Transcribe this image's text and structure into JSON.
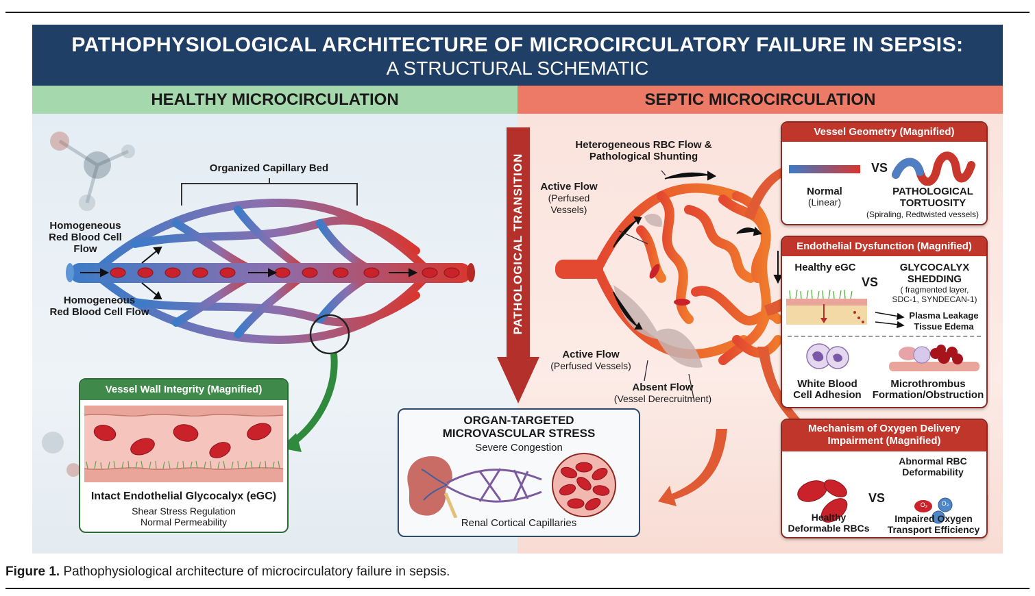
{
  "title": {
    "line1": "PATHOPHYSIOLOGICAL ARCHITECTURE OF MICROCIRCULATORY FAILURE IN SEPSIS:",
    "line2": "A STRUCTURAL SCHEMATIC"
  },
  "healthy": {
    "header": "HEALTHY MICROCIRCULATION",
    "capillary_bed": "Organized Capillary Bed",
    "flow_top": [
      "Homogeneous",
      "Red Blood Cell",
      "Flow"
    ],
    "flow_bottom": [
      "Homogeneous",
      "Red Blood Cell Flow"
    ],
    "magnified": {
      "title": "Vessel Wall Integrity (Magnified)",
      "heading": "Intact Endothelial Glycocalyx (eGC)",
      "line1": "Shear Stress Regulation",
      "line2": "Normal Permeability"
    }
  },
  "transition": "PATHOLOGICAL TRANSITION",
  "organ": {
    "title1": "ORGAN-TARGETED",
    "title2": "MICROVASCULAR STRESS",
    "subtitle": "Severe Congestion",
    "footer": "Renal Cortical Capillaries"
  },
  "septic": {
    "header": "SEPTIC MICROCIRCULATION",
    "hetero": [
      "Heterogeneous RBC Flow &",
      "Pathological Shunting"
    ],
    "active_top": [
      "Active Flow",
      "(Perfused",
      "Vessels)"
    ],
    "active_bottom": [
      "Active Flow",
      "(Perfused Vessels)"
    ],
    "absent": [
      "Absent Flow",
      "(Vessel Derecruitment)"
    ],
    "geometry": {
      "title": "Vessel Geometry (Magnified)",
      "vs": "VS",
      "normal": "Normal",
      "normal_sub": "(Linear)",
      "path1": "PATHOLOGICAL",
      "path2": "TORTUOSITY",
      "path_sub": "(Spiraling, Redtwisted vessels)"
    },
    "endothelial": {
      "title": "Endothelial Dysfunction (Magnified)",
      "healthy": "Healthy eGC",
      "vs": "VS",
      "shed1": "GLYCOCALYX",
      "shed2": "SHEDDING",
      "shed_sub1": "( fragmented layer,",
      "shed_sub2": "SDC-1, SYNDECAN-1)",
      "leak": "Plasma Leakage",
      "edema": "Tissue Edema",
      "wbc1": "White Blood",
      "wbc2": "Cell Adhesion",
      "micro1": "Microthrombus",
      "micro2": "Formation/Obstruction"
    },
    "oxygen": {
      "title1": "Mechanism of Oxygen Delivery",
      "title2": "Impairment (Magnified)",
      "abn1": "Abnormal RBC",
      "abn2": "Deformability",
      "vs": "VS",
      "healthy1": "Healthy",
      "healthy2": "Deformable RBCs",
      "imp1": "Impaired Oxygen",
      "imp2": "Transport Efficiency",
      "o2": "O₂",
      "o3": "O₃"
    }
  },
  "caption": {
    "label": "Figure 1.",
    "text": " Pathophysiological architecture of microcirculatory failure in sepsis."
  },
  "colors": {
    "banner": "#1f3f66",
    "healthy_header": "#a6d8ad",
    "septic_header": "#ec7a66",
    "panel_red": "#c0362b",
    "panel_green": "#3f8a4a",
    "rbc": "#c9222a"
  }
}
